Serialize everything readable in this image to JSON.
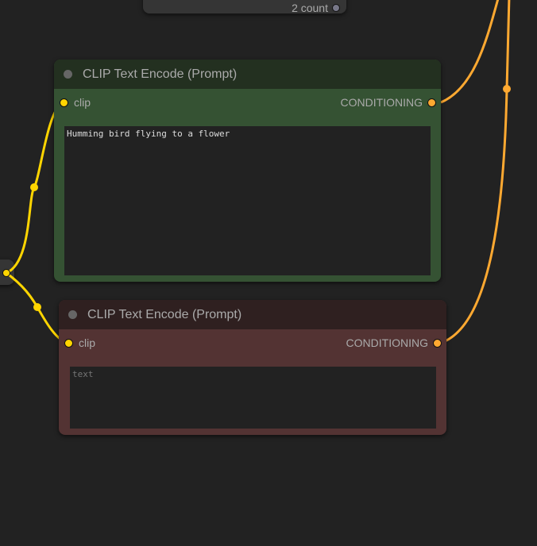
{
  "top_node": {
    "output_label": "2 count"
  },
  "positive_node": {
    "title": "CLIP Text Encode (Prompt)",
    "input_label": "clip",
    "output_label": "CONDITIONING",
    "text": "Humming bird flying to a flower",
    "color": "#355233"
  },
  "negative_node": {
    "title": "CLIP Text Encode (Prompt)",
    "input_label": "clip",
    "output_label": "CONDITIONING",
    "placeholder": "text",
    "text": "",
    "color": "#533333"
  },
  "colors": {
    "clip_wire": "#ffd500",
    "conditioning_wire": "#ffa931",
    "background": "#222222"
  }
}
